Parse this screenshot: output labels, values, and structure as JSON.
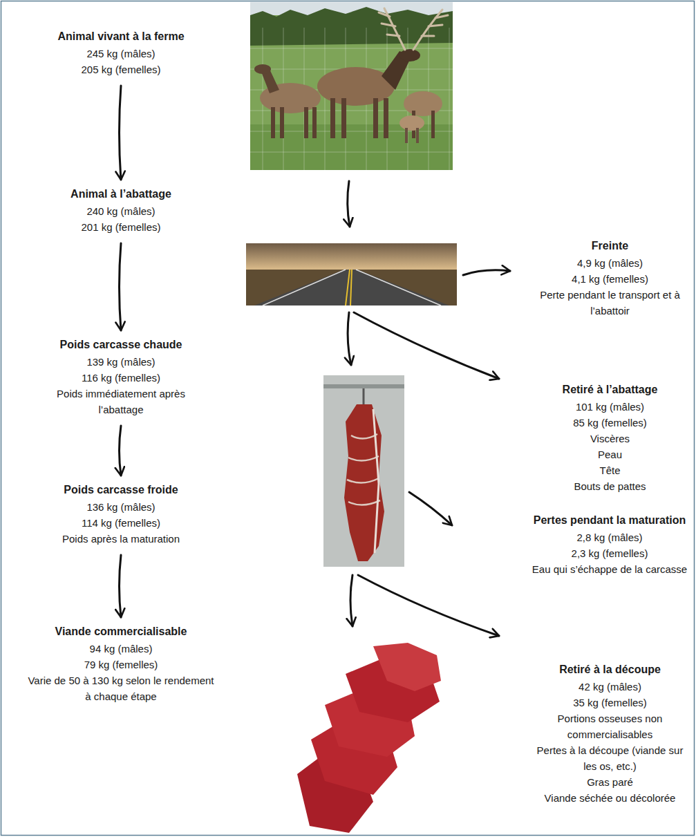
{
  "diagram": {
    "nodes": [
      {
        "text": [
          "Animal vivant à la ferme",
          "245 kg (mâles)",
          "205 kg (femelles)"
        ]
      },
      {
        "text": [
          "Animal à l’abattage",
          "240 kg (mâles)",
          "201 kg (femelles)"
        ]
      },
      {
        "text": [
          "Poids carcasse chaude",
          "139 kg (mâles)",
          "116 kg (femelles)",
          "Poids immédiatement après l’abattage"
        ]
      },
      {
        "text": [
          "Poids carcasse froide",
          "136 kg (mâles)",
          "114 kg (femelles)",
          "Poids après la maturation"
        ]
      },
      {
        "text": [
          "Viande commercialisable",
          "94 kg (mâles)",
          "79 kg (femelles)",
          "Varie de 50 à 130 kg selon le rendement à chaque étape"
        ]
      },
      {
        "text": [
          "Freinte",
          "4,9 kg (mâles)",
          "4,1 kg (femelles)",
          "Perte pendant le transport et à l’abattoir"
        ]
      },
      {
        "text": [
          "Retiré à l’abattage",
          "101 kg (mâles)",
          "85 kg (femelles)",
          "Viscères",
          "Peau",
          "Tête",
          "Bouts de pattes"
        ]
      },
      {
        "text": [
          "Pertes pendant la maturation",
          "2,8 kg (mâles)",
          "2,3 kg (femelles)",
          "Eau qui s’échappe de la carcasse"
        ]
      },
      {
        "text": [
          "Retiré à la découpe",
          "42 kg (mâles)",
          "35 kg (femelles)",
          "Portions osseuses non commercialisables",
          "Pertes à la découpe (viande sur les os, etc.)",
          "Gras paré",
          "Viande séchée ou décolorée"
        ]
      }
    ],
    "edges": [
      {
        "from": 0,
        "to": 1,
        "arrow": "to"
      },
      {
        "from": 1,
        "to": 2,
        "arrow": "to"
      },
      {
        "from": 2,
        "to": 3,
        "arrow": "to"
      },
      {
        "from": 3,
        "to": 4,
        "arrow": "to"
      }
    ]
  }
}
